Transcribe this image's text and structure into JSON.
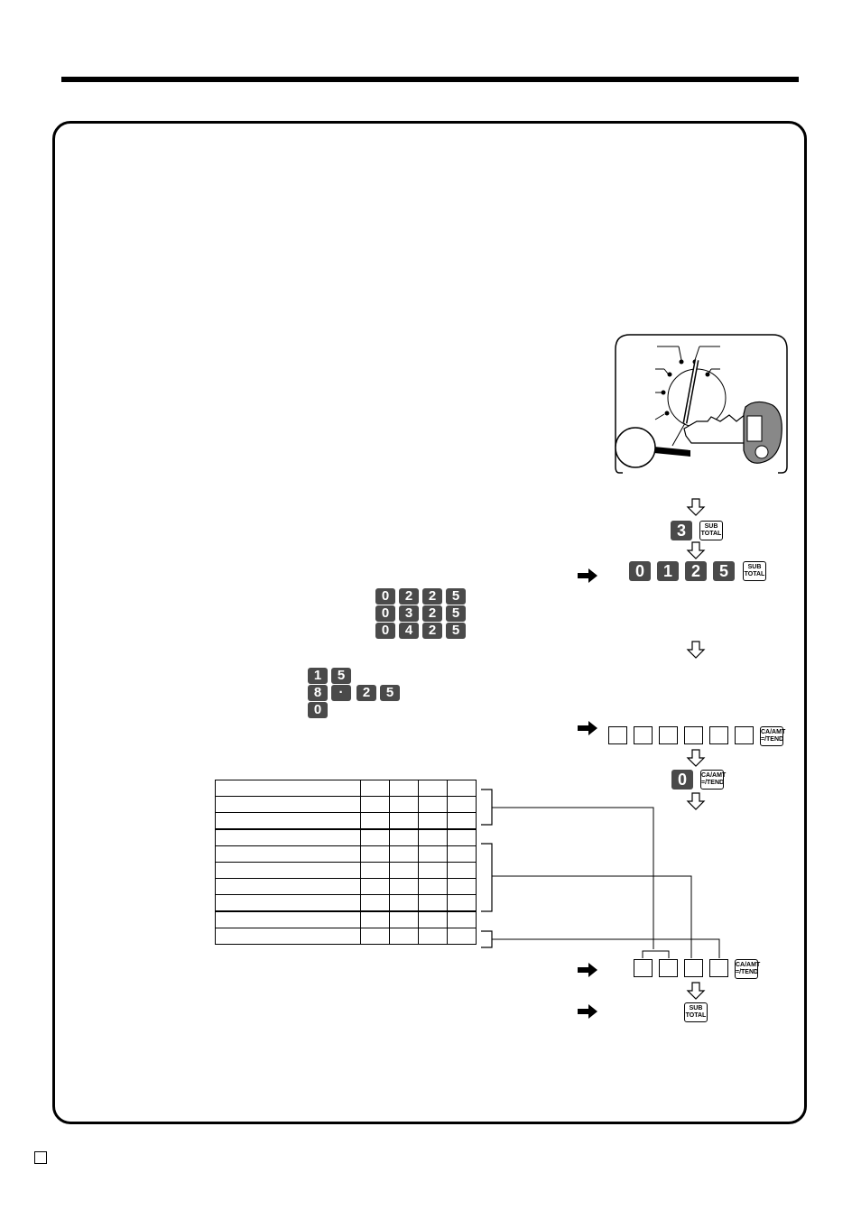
{
  "keys": {
    "step1_digit": "3",
    "code": [
      "0",
      "1",
      "2",
      "5"
    ],
    "rows_a": [
      [
        "0",
        "2",
        "2",
        "5"
      ],
      [
        "0",
        "3",
        "2",
        "5"
      ],
      [
        "0",
        "4",
        "2",
        "5"
      ]
    ],
    "rows_b": [
      [
        "1",
        "5"
      ],
      [
        "8",
        "·",
        "2",
        "5"
      ],
      [
        "0"
      ]
    ],
    "zero_key": "0",
    "subtotal_line1": "SUB",
    "subtotal_line2": "TOTAL",
    "caamt_line1": "CA/AMT",
    "caamt_line2": "=/TEND"
  },
  "icons": [
    "down-arrow-icon",
    "right-arrow-icon",
    "mode-switch-dial-icon",
    "key-icon",
    "magnifier-icon"
  ]
}
